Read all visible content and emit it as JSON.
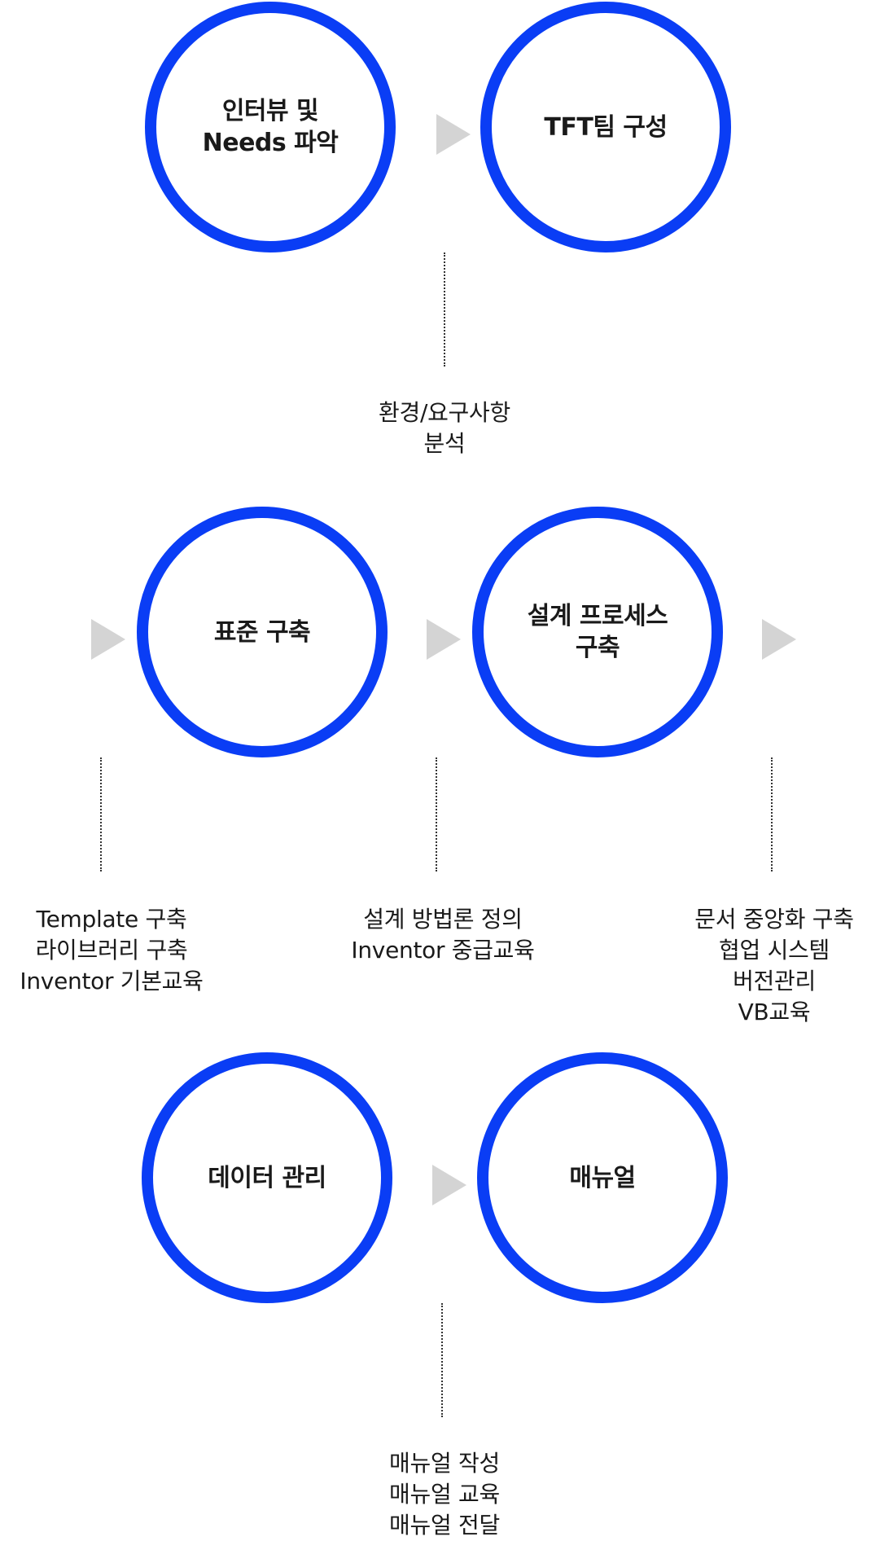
{
  "rows": [
    {
      "steps": [
        {
          "label": "인터뷰 및\nNeeds 파악"
        },
        {
          "label": "TFT팀 구성"
        }
      ],
      "notes": [
        {
          "text": "환경/요구사항\n분석"
        }
      ]
    },
    {
      "steps": [
        {
          "label": "표준 구축"
        },
        {
          "label": "설계 프로세스\n구축"
        }
      ],
      "notes": [
        {
          "text": "Template 구축\n라이브러리 구축\nInventor 기본교육"
        },
        {
          "text": "설계 방법론 정의\nInventor 중급교육"
        },
        {
          "text": "문서 중앙화 구축\n협업 시스템\n버전관리\nVB교육"
        }
      ]
    },
    {
      "steps": [
        {
          "label": "데이터 관리"
        },
        {
          "label": "매뉴얼"
        }
      ],
      "notes": [
        {
          "text": "매뉴얼 작성\n매뉴얼 교육\n매뉴얼 전달"
        }
      ]
    }
  ],
  "colors": {
    "circle_border": "#0a3df5",
    "arrow": "#d4d4d4"
  }
}
